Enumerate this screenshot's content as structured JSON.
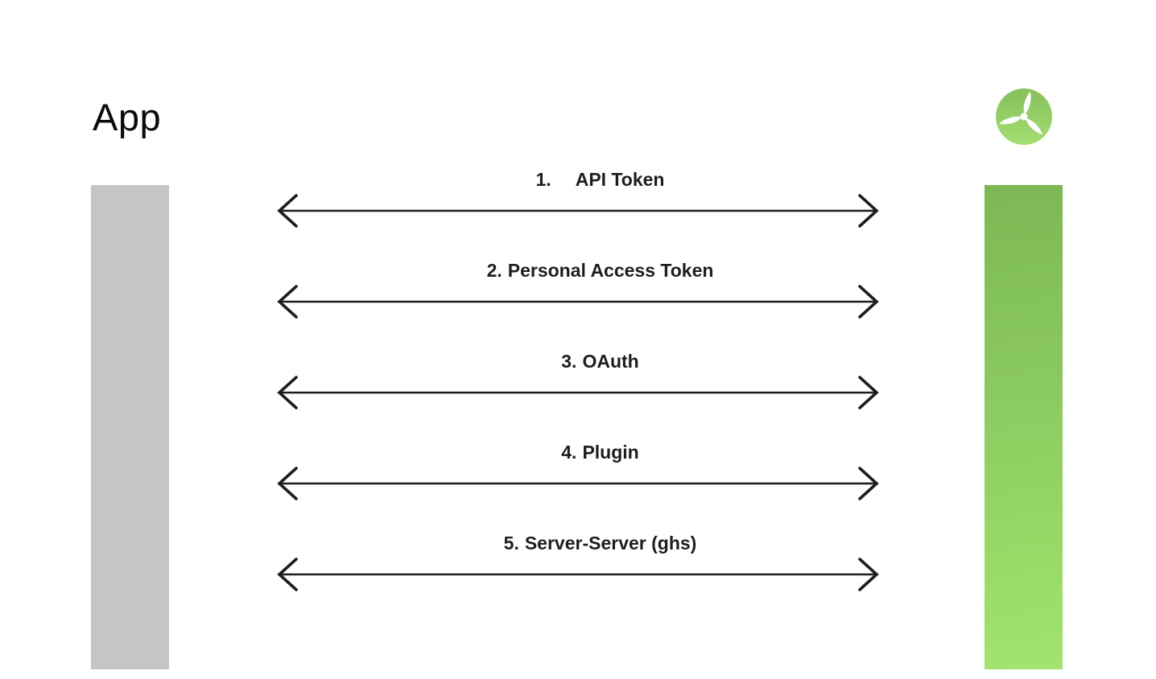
{
  "app": {
    "title": "App"
  },
  "logo": {
    "icon": "turbine-icon"
  },
  "colors": {
    "arrow_line": "#1d1d1f",
    "label_text": "#1e1e20",
    "left_bar": "#c5c5c5",
    "right_bar_gradient_top": "#7cb854",
    "right_bar_gradient_bottom": "#a2e46e",
    "logo_green_top": "#85bf5b",
    "logo_green_bottom": "#a3df72"
  },
  "connections": [
    {
      "number": "1.",
      "label": "API Token",
      "wide_gap": true
    },
    {
      "number": "2.",
      "label": "Personal Access Token",
      "wide_gap": false
    },
    {
      "number": "3.",
      "label": "OAuth",
      "wide_gap": false
    },
    {
      "number": "4.",
      "label": "Plugin",
      "wide_gap": false
    },
    {
      "number": "5.",
      "label": "Server-Server (ghs)",
      "wide_gap": false
    }
  ]
}
